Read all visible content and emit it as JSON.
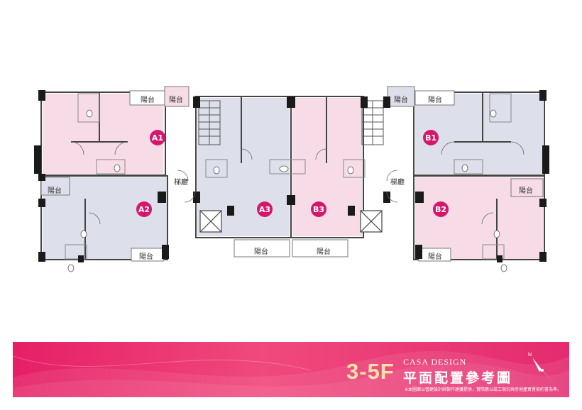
{
  "plan": {
    "balcony_label": "陽台",
    "stair_label": "梯廳",
    "units": [
      "A1",
      "A2",
      "A3",
      "B3",
      "B1",
      "B2"
    ]
  },
  "banner": {
    "floor": "3-5F",
    "casa": "CASA DESIGN",
    "title": "平面配置參考圖",
    "note": "※本圖面以營建設計師製作建議提供，實際應以竣工現況與房地產買賣契約書為準。"
  },
  "colors": {
    "pink_unit": "#f7dce7",
    "blue_unit": "#dde0ea",
    "accent": "#d4176c",
    "banner": "#e61f66",
    "floor_text": "#f6e3a8"
  },
  "icons": [
    "north-compass-icon"
  ]
}
